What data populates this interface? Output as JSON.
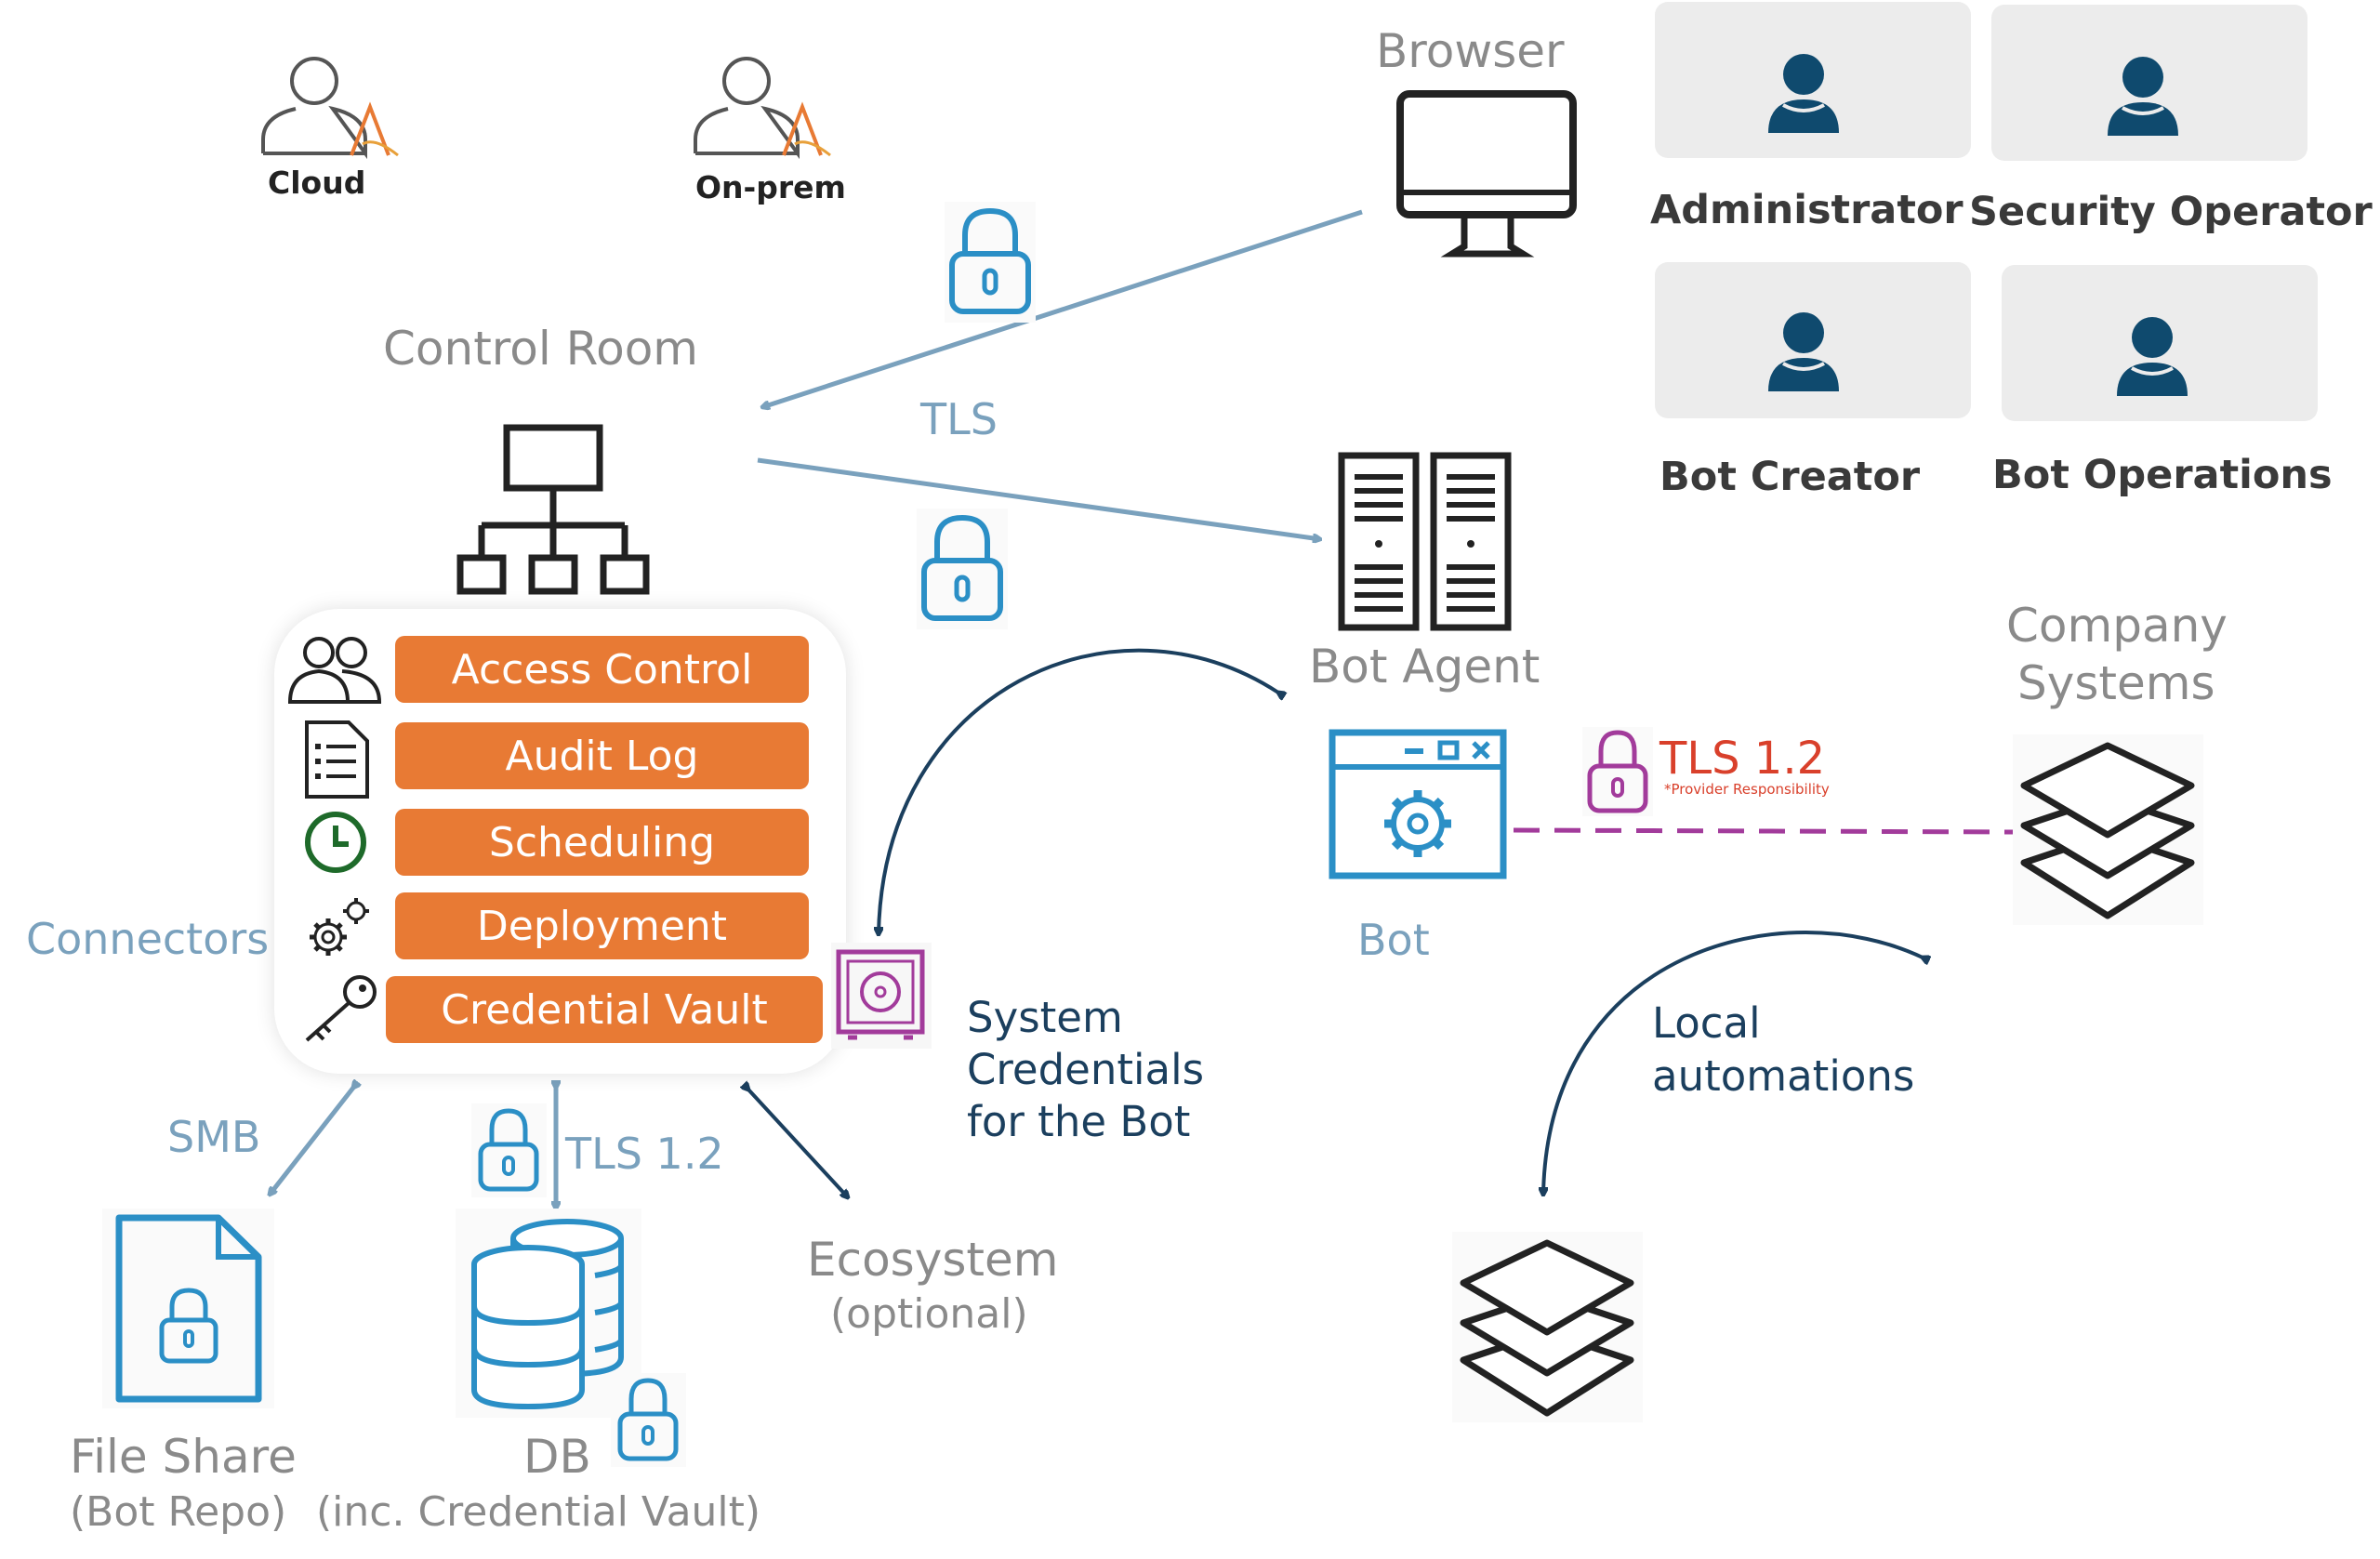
{
  "deployment": {
    "cloud_label": "Cloud",
    "onprem_label": "On-prem"
  },
  "browser": {
    "label": "Browser"
  },
  "roles": [
    {
      "label": "Administrator"
    },
    {
      "label": "Security Operator"
    },
    {
      "label": "Bot Creator"
    },
    {
      "label": "Bot Operations"
    }
  ],
  "control_room": {
    "label": "Control Room",
    "modules": [
      "Access Control",
      "Audit Log",
      "Scheduling",
      "Deployment",
      "Credential Vault"
    ],
    "connectors_label": "Connectors"
  },
  "links": {
    "tls": "TLS",
    "tls12_provider": "TLS 1.2",
    "provider_note": "*Provider Responsibility",
    "smb": "SMB",
    "tls12_db": "TLS 1.2"
  },
  "bot_agent": {
    "label": "Bot Agent"
  },
  "bot": {
    "label": "Bot"
  },
  "company_systems": {
    "line1": "Company",
    "line2": "Systems"
  },
  "system_credentials": {
    "line1": "System",
    "line2": "Credentials",
    "line3": "for the Bot"
  },
  "local_automations": {
    "line1": "Local",
    "line2": "automations"
  },
  "file_share": {
    "line1": "File Share",
    "line2": "(Bot Repo)"
  },
  "db": {
    "line1": "DB",
    "line2": "(inc. Credential Vault)"
  },
  "ecosystem": {
    "line1": "Ecosystem",
    "line2": "(optional)"
  },
  "colors": {
    "orange": "#e87a34",
    "navy": "#1b3f5e",
    "light_blue": "#7aa1bd",
    "icon_blue": "#2b8fc6",
    "red": "#d9402b",
    "purple": "#a23b9b"
  }
}
